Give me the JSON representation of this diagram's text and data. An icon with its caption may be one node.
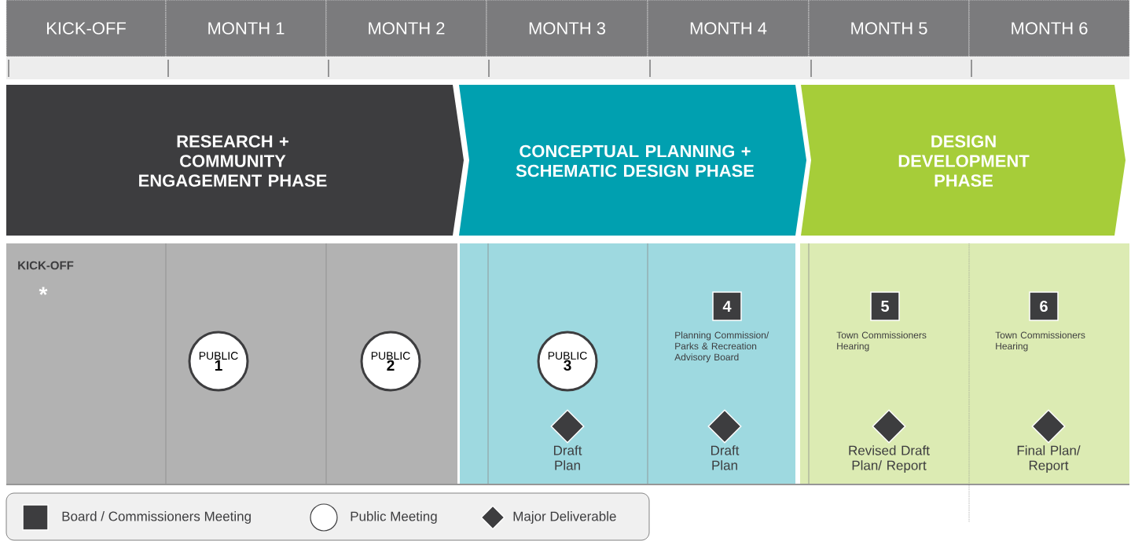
{
  "diagram": {
    "nodes": [
      {
        "text": [
          "KICK-OFF"
        ]
      },
      {
        "text": [
          "MONTH 1"
        ]
      },
      {
        "text": [
          "MONTH 2"
        ]
      },
      {
        "text": [
          "MONTH 3"
        ]
      },
      {
        "text": [
          "MONTH 4"
        ]
      },
      {
        "text": [
          "MONTH 5"
        ]
      },
      {
        "text": [
          "MONTH 6"
        ]
      },
      {
        "text": [
          "RESEARCH + COMMUNITY ENGAGEMENT PHASE"
        ]
      },
      {
        "text": [
          "CONCEPTUAL PLANNING + SCHEMATIC DESIGN PHASE"
        ]
      },
      {
        "text": [
          "DESIGN DEVELOPMENT PHASE"
        ]
      },
      {
        "text": [
          "PUBLIC",
          "1"
        ]
      },
      {
        "text": [
          "PUBLIC",
          "2"
        ]
      },
      {
        "text": [
          "PUBLIC",
          "3"
        ]
      },
      {
        "text": [
          "4"
        ],
        "beside": [
          "Planning Commission/ Parks & Recreation Advisory Board"
        ]
      },
      {
        "text": [
          "5"
        ],
        "beside": [
          "Town Commissioners Hearing"
        ]
      },
      {
        "text": [
          "6"
        ],
        "beside": [
          "Town Commissioners Hearing"
        ]
      },
      {
        "text": [],
        "shape": "diamond",
        "beside": [
          "Draft Plan"
        ]
      },
      {
        "text": [],
        "shape": "diamond",
        "beside": [
          "Draft Plan"
        ]
      },
      {
        "text": [],
        "shape": "diamond",
        "beside": [
          "Revised Draft Plan/ Report"
        ]
      },
      {
        "text": [],
        "shape": "diamond",
        "beside": [
          "Final Plan/ Report"
        ]
      }
    ],
    "labels": [
      "KICK-OFF",
      "*"
    ],
    "legend": [
      {
        "text": "Board / Commissioners Meeting"
      },
      {
        "text": "Public Meeting"
      },
      {
        "text": "Major Deliverable"
      }
    ]
  }
}
